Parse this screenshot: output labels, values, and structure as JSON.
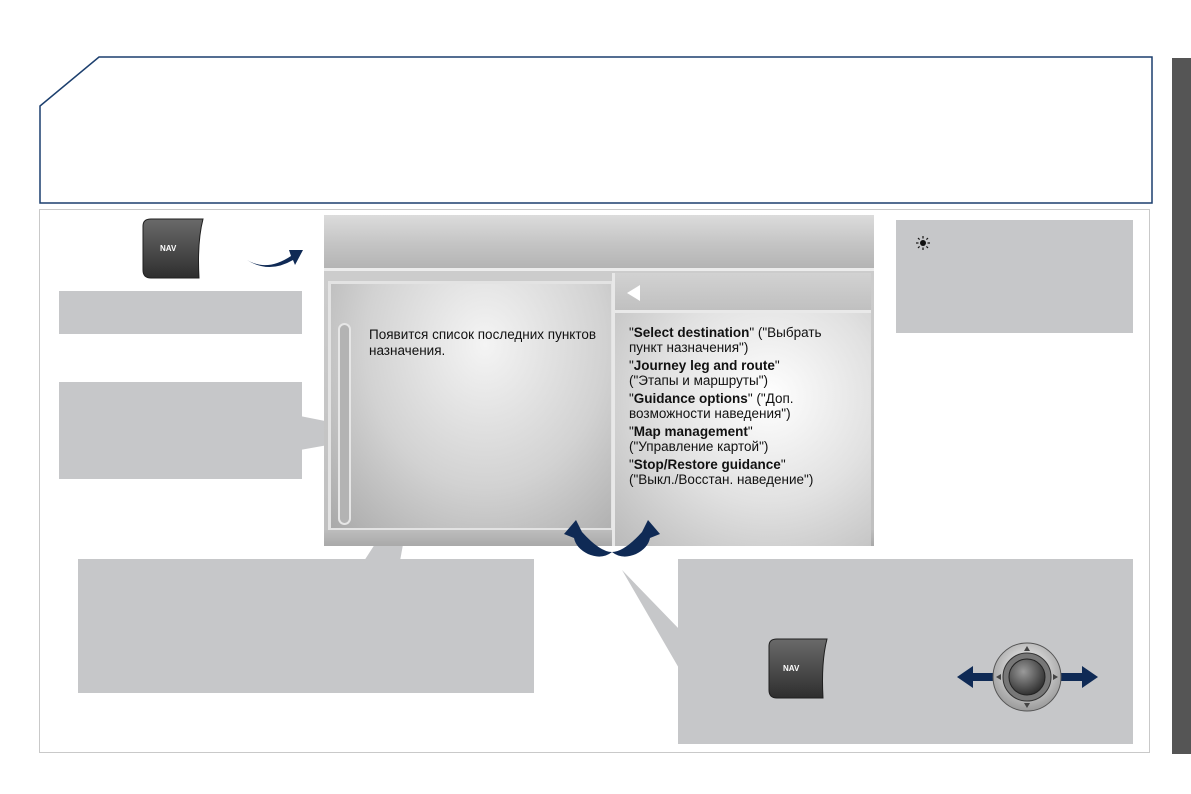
{
  "nav_button": {
    "label": "NAV"
  },
  "screen": {
    "list_text": "Появится список последних пунктов назначения.",
    "menu_items": [
      {
        "bold": "Select destination",
        "rest_en": "\" (\"Выбрать",
        "rest_ru": "пункт назначения\")"
      },
      {
        "bold": "Journey leg and route",
        "rest_en": "\"",
        "rest_ru": "(\"Этапы и маршруты\")"
      },
      {
        "bold": "Guidance options",
        "rest_en": "\" (\"Доп.",
        "rest_ru": "возможности наведения\")"
      },
      {
        "bold": "Map management",
        "rest_en": "\"",
        "rest_ru": "(\"Управление картой\")"
      },
      {
        "bold": "Stop/Restore guidance",
        "rest_en": "\"",
        "rest_ru": "(\"Выкл./Восстан. наведение\")"
      }
    ]
  },
  "colors": {
    "dark_blue": "#0f2a55",
    "panel_grey": "#c6c7c9",
    "button_dark": "#4a4a4a"
  },
  "icons": {
    "tip": "light-bulb-icon",
    "back": "back-arrow-icon",
    "joystick": "joystick-icon"
  }
}
